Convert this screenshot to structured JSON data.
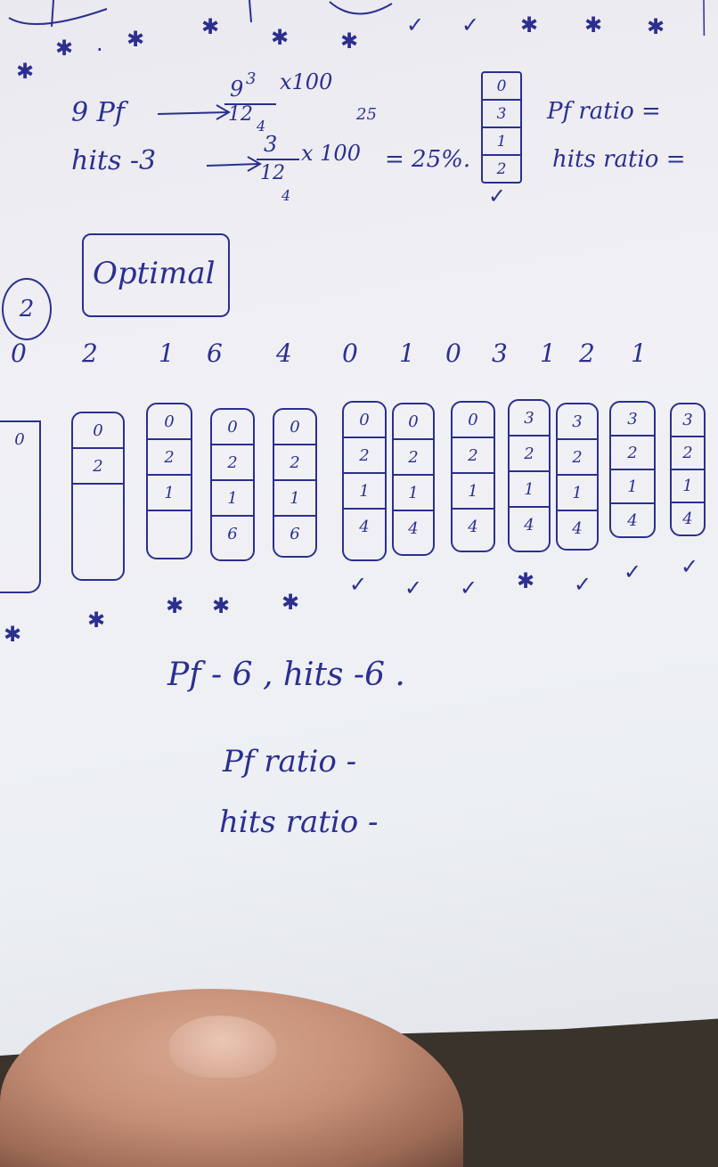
{
  "fifo_block": {
    "star_row": [
      "✱",
      "✱",
      "·",
      "✱",
      "✱",
      "✱",
      "✱",
      "✓",
      "✓",
      "✱",
      "✱",
      "✱"
    ],
    "pf_label": "9 Pf",
    "pf_fraction_num": "9",
    "pf_fraction_num_alt": "3",
    "pf_fraction_den": "12",
    "pf_fraction_den_alt": "4",
    "pf_times": "x100",
    "hits_label": "hits -3",
    "hits_fraction_num": "3",
    "hits_fraction_den": "12",
    "hits_fraction_den_alt": "4",
    "hits_times": "x 100",
    "hits_25_above": "25",
    "hits_result": "= 25%.",
    "frame_values": [
      "0",
      "3",
      "1",
      "2"
    ],
    "pf_ratio_label": "Pf ratio =",
    "hits_ratio_label": "hits ratio ="
  },
  "optimal_section": {
    "number": "2",
    "title": "Optimal",
    "reference_string": [
      "0",
      "2",
      "1",
      "6",
      "4",
      "0",
      "1",
      "0",
      "3",
      "1",
      "2",
      "1"
    ],
    "frames": [
      {
        "slots": [
          "0"
        ],
        "tall": true
      },
      {
        "slots": [
          "0",
          "2"
        ],
        "tall": true
      },
      {
        "slots": [
          "0",
          "2",
          "1"
        ]
      },
      {
        "slots": [
          "0",
          "2",
          "1",
          "6"
        ]
      },
      {
        "slots": [
          "0",
          "2",
          "1",
          "6"
        ]
      },
      {
        "slots": [
          "0",
          "2",
          "1",
          "4"
        ]
      },
      {
        "slots": [
          "0",
          "2",
          "1",
          "4"
        ]
      },
      {
        "slots": [
          "0",
          "2",
          "1",
          "4"
        ]
      },
      {
        "slots": [
          "3",
          "2",
          "1",
          "4"
        ]
      },
      {
        "slots": [
          "3",
          "2",
          "1",
          "4"
        ]
      },
      {
        "slots": [
          "3",
          "2",
          "1",
          "4"
        ]
      },
      {
        "slots": [
          "3",
          "2",
          "1",
          "4"
        ]
      }
    ],
    "result_marks": [
      "✱",
      "✱",
      "✱",
      "✱",
      "✱",
      "✓",
      "✓",
      "✓",
      "✱",
      "✓",
      "✓",
      "✓"
    ],
    "summary": "Pf - 6 , hits -6 .",
    "pf_ratio": "Pf ratio -",
    "hits_ratio": "hits ratio -"
  }
}
